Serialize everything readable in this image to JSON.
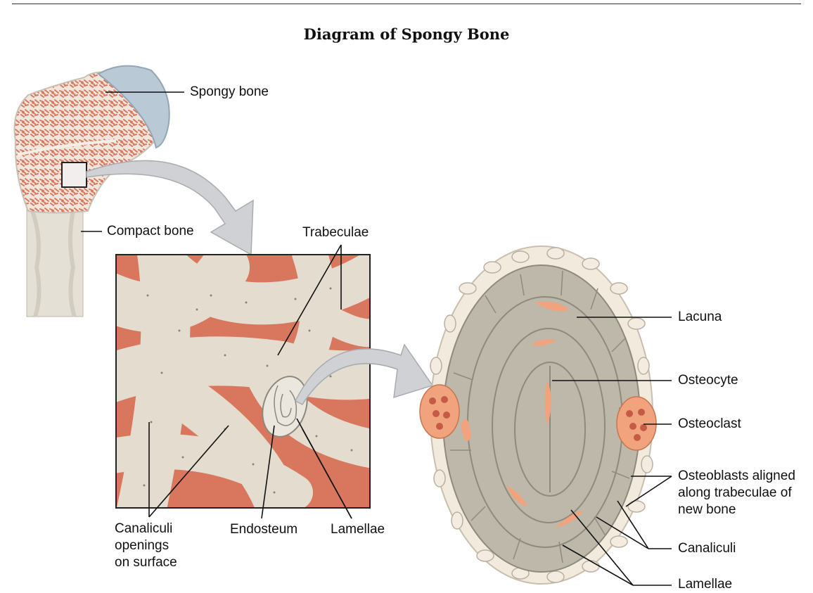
{
  "title": "Diagram of Spongy Bone",
  "labels": {
    "spongy_bone": "Spongy bone",
    "compact_bone": "Compact bone",
    "trabeculae": "Trabeculae",
    "canaliculi_openings": [
      "Canaliculi",
      "openings",
      "on surface"
    ],
    "endosteum": "Endosteum",
    "lamellae_left": "Lamellae",
    "lacuna": "Lacuna",
    "osteocyte": "Osteocyte",
    "osteoclast": "Osteoclast",
    "osteoblasts": [
      "Osteoblasts aligned",
      "along trabeculae of",
      "new bone"
    ],
    "canaliculi": "Canaliculi",
    "lamellae_right": "Lamellae"
  },
  "colors": {
    "marrow": "#d9775e",
    "bone": "#e7e1d4",
    "trabecula": "#bdb8aa",
    "cartilage": "#b9c9d6",
    "arrow": "#cfd1d4",
    "osteoclast": "#f0a37d"
  }
}
